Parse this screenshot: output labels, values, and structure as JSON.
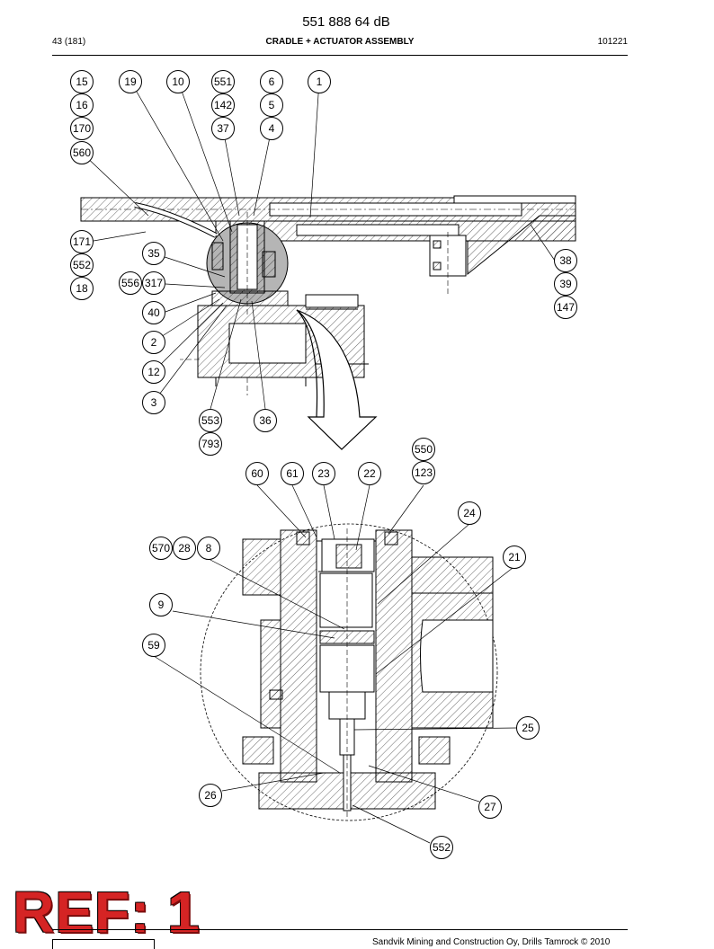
{
  "header": {
    "document_number": "551 888 64 dB",
    "page_number": "43 (181)",
    "section_title": "CRADLE + ACTUATOR ASSEMBLY",
    "date_code": "101221"
  },
  "stamp": {
    "text": "REF: 1",
    "color": "#d52424"
  },
  "footer": {
    "text": "Sandvik Mining and Construction Oy, Drills Tamrock © 2010"
  },
  "callouts": {
    "upper": [
      "15",
      "16",
      "170",
      "560",
      "19",
      "10",
      "551",
      "142",
      "37",
      "6",
      "5",
      "4",
      "1",
      "171",
      "552",
      "18",
      "35",
      "556",
      "317",
      "40",
      "2",
      "12",
      "3",
      "553",
      "793",
      "36",
      "38",
      "39",
      "147"
    ],
    "lower": [
      "550",
      "123",
      "60",
      "61",
      "23",
      "22",
      "24",
      "570",
      "28",
      "8",
      "21",
      "9",
      "59",
      "25",
      "26",
      "27",
      "552"
    ]
  }
}
